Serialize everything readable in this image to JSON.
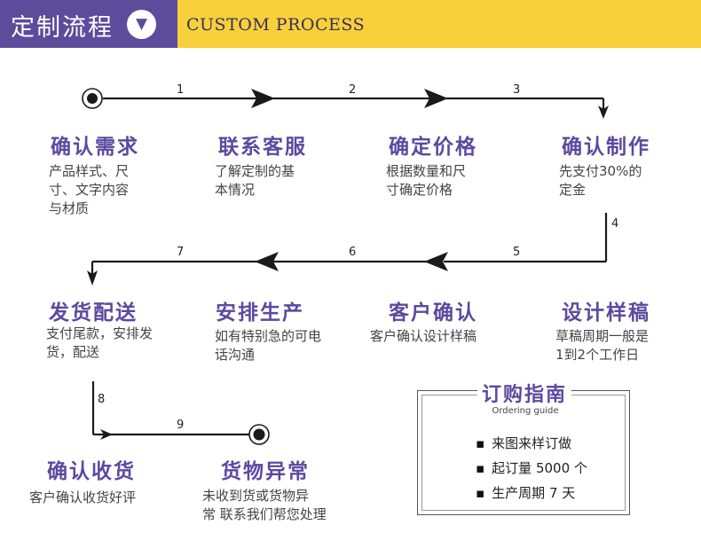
{
  "header": {
    "title": "定制流程",
    "badge_icon": "chevron-down-icon",
    "badge_glyph": "▼",
    "subtitle": "CUSTOM PROCESS",
    "colors": {
      "accent": "#5d4b9b",
      "banner": "#f8d039",
      "title_text": "#5a4aa0"
    }
  },
  "steps": [
    {
      "title": "确认需求",
      "desc": [
        "产品样式、尺",
        "寸、文字内容",
        "与材质"
      ]
    },
    {
      "title": "联系客服",
      "desc": [
        "了解定制的基",
        "本情况"
      ]
    },
    {
      "title": "确定价格",
      "desc": [
        "根据数量和尺",
        "寸确定价格"
      ]
    },
    {
      "title": "确认制作",
      "desc": [
        "先支付30%的",
        "定金"
      ]
    },
    {
      "title": "设计样稿",
      "desc": [
        "草稿周期一般是",
        "1到2个工作日"
      ]
    },
    {
      "title": "客户确认",
      "desc": [
        "客户确认设计样稿"
      ]
    },
    {
      "title": "安排生产",
      "desc": [
        "如有特别急的可电",
        "话沟通"
      ]
    },
    {
      "title": "发货配送",
      "desc": [
        "支付尾款，安排发",
        "货，配送"
      ]
    },
    {
      "title": "确认收货",
      "desc": [
        "客户确认收货好评"
      ]
    },
    {
      "title": "货物异常",
      "desc": [
        "未收到货或货物异",
        "常 联系我们帮您处理"
      ]
    }
  ],
  "connector_numbers": [
    "1",
    "2",
    "3",
    "4",
    "5",
    "6",
    "7",
    "8",
    "9"
  ],
  "guide": {
    "title": "订购指南",
    "subtitle": "Ordering guide",
    "items": [
      "来图来样订做",
      "起订量 5000 个",
      "生产周期 7 天"
    ]
  }
}
